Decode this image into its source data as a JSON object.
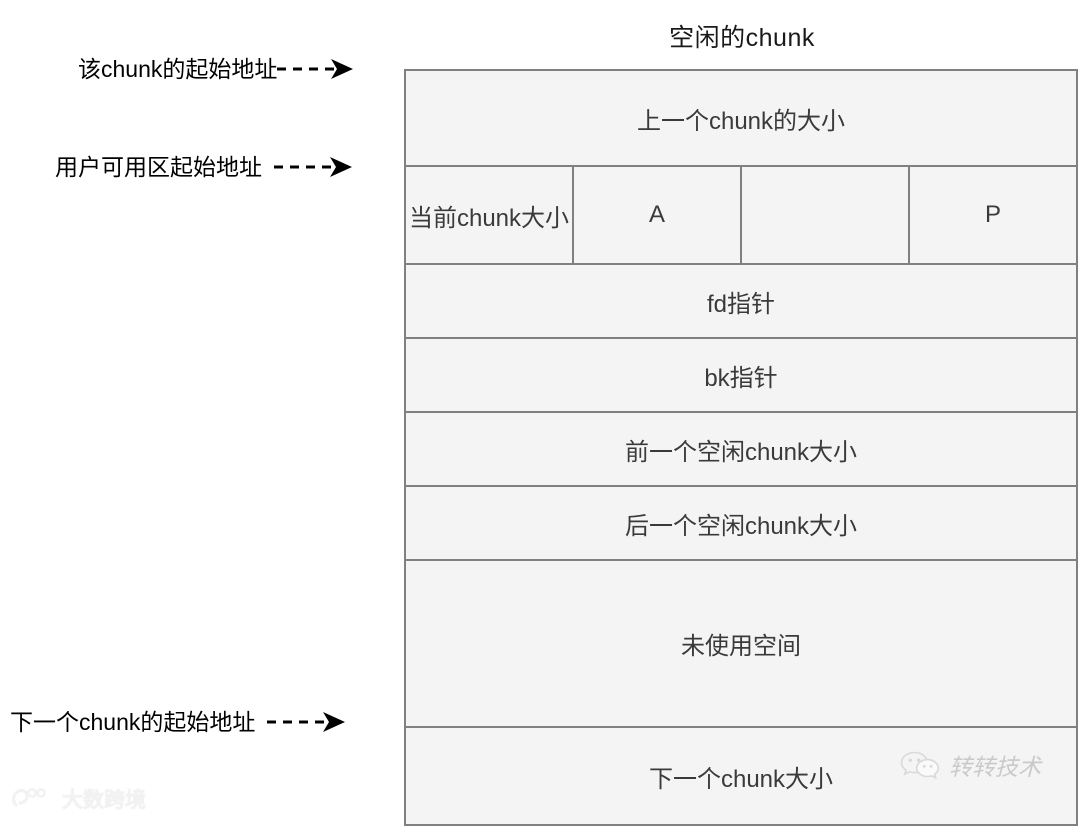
{
  "diagram": {
    "title": "空闲的chunk",
    "fill_color": "#f4f4f4",
    "border_color": "#808080",
    "text_color": "#3a3a3a"
  },
  "rows": [
    {
      "label": "上一个chunk的大小"
    },
    {
      "label": "当前chunk大小",
      "flag_a": "A",
      "flag_blank": "",
      "flag_p": "P"
    },
    {
      "label": "fd指针"
    },
    {
      "label": "bk指针"
    },
    {
      "label": "前一个空闲chunk大小"
    },
    {
      "label": "后一个空闲chunk大小"
    },
    {
      "label": "未使用空间"
    },
    {
      "label": "下一个chunk大小"
    }
  ],
  "pointers": [
    {
      "label": "该chunk的起始地址"
    },
    {
      "label": "用户可用区起始地址"
    },
    {
      "label": "下一个chunk的起始地址"
    }
  ],
  "watermarks": {
    "wechat": "转转技术",
    "corner": "大数跨境"
  }
}
